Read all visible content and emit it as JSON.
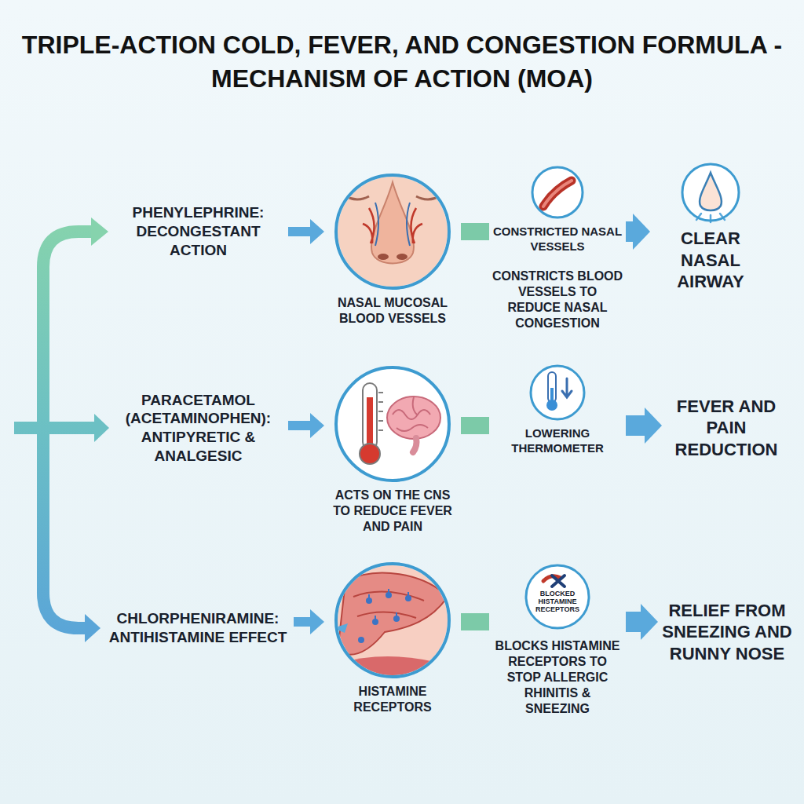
{
  "diagram": {
    "title": "TRIPLE-ACTION COLD, FEVER, AND CONGESTION FORMULA - MECHANISM OF ACTION (MOA)",
    "nodes": [
      {
        "text": [
          "PHENYLEPHRINE: DECONGESTANT ACTION"
        ]
      },
      {
        "text": [
          "NASAL MUCOSAL BLOOD VESSELS"
        ]
      },
      {
        "text": [
          "CONSTRICTED NASAL VESSELS",
          "CONSTRICTS BLOOD VESSELS TO REDUCE NASAL CONGESTION"
        ]
      },
      {
        "text": [
          "CLEAR NASAL AIRWAY"
        ]
      },
      {
        "text": [
          "PARACETAMOL (ACETAMINOPHEN): ANTIPYRETIC & ANALGESIC"
        ]
      },
      {
        "text": [
          "ACTS ON THE CNS TO REDUCE FEVER AND PAIN"
        ]
      },
      {
        "text": [
          "LOWERING THERMOMETER"
        ]
      },
      {
        "text": [
          "FEVER AND PAIN REDUCTION"
        ]
      },
      {
        "text": [
          "CHLORPHENIRAMINE: ANTIHISTAMINE EFFECT"
        ]
      },
      {
        "text": [
          "HISTAMINE RECEPTORS"
        ]
      },
      {
        "text": [
          "BLOCKED HISTAMINE RECEPTORS",
          "BLOCKS HISTAMINE RECEPTORS TO STOP ALLERGIC RHINITIS & SNEEZING"
        ]
      },
      {
        "text": [
          "RELIEF FROM SNEEZING AND RUNNY NOSE"
        ]
      }
    ],
    "edges": [
      {
        "from": 0,
        "to": 1,
        "arrow": "to"
      },
      {
        "from": 1,
        "to": 2,
        "arrow": "none"
      },
      {
        "from": 2,
        "to": 3,
        "arrow": "to"
      },
      {
        "from": 4,
        "to": 5,
        "arrow": "to"
      },
      {
        "from": 5,
        "to": 6,
        "arrow": "none"
      },
      {
        "from": 6,
        "to": 7,
        "arrow": "to"
      },
      {
        "from": 8,
        "to": 9,
        "arrow": "to"
      },
      {
        "from": 9,
        "to": 10,
        "arrow": "none"
      },
      {
        "from": 10,
        "to": 11,
        "arrow": "to"
      }
    ]
  }
}
